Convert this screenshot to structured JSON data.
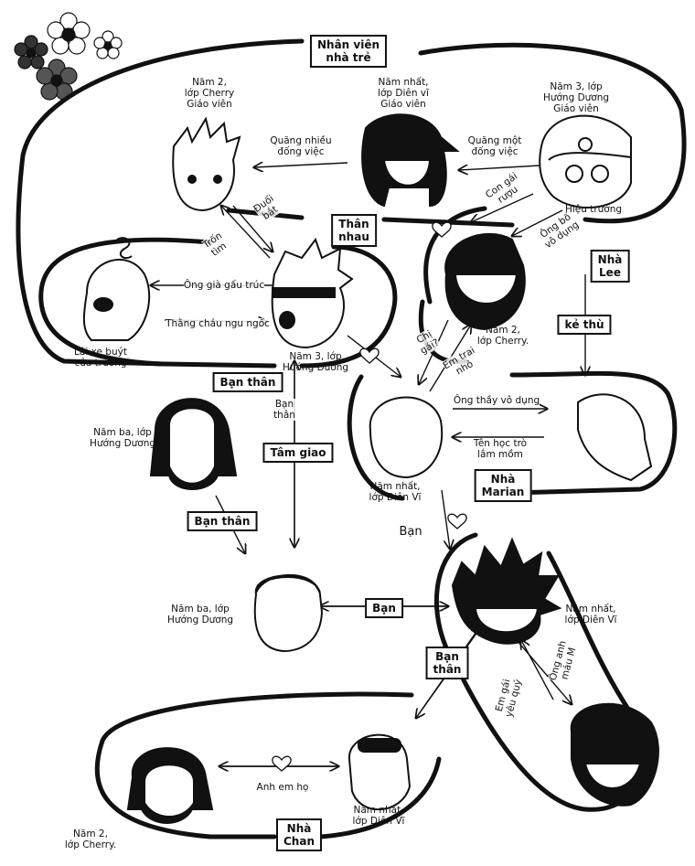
{
  "groups": {
    "nursery_staff": "Nhân viên\nnhà trẻ",
    "than_nhau": "Thân\nnhau",
    "nha_lee": "Nhà\nLee",
    "ke_thu": "kẻ thù",
    "ban_than_1": "Bạn thân",
    "tam_giao": "Tâm giao",
    "ban_than_2": "Bạn thân",
    "nha_marian": "Nhà\nMarian",
    "ban_box": "Bạn",
    "ban_than_3": "Bạn\nthân",
    "nha_chan": "Nhà\nChan"
  },
  "characters": {
    "cherry_teacher": "Năm 2,\nlớp Cherry\nGiáo viên",
    "dienvi_teacher": "Năm nhất,\nlớp Diên vĩ\nGiáo viên",
    "principal": "Năm 3, lớp\nHướng Dương\nGiáo viên",
    "principal_title": "Hiệu trưởng",
    "bus_driver": "Lái xe buýt\ncủa trường",
    "center_boy": "Năm 3, lớp\nHướng Dương",
    "cherry_boy": "Năm 2,\nlớp Cherry.",
    "nun_kid": "Năm ba, lớp\nHướng Dương",
    "dienvi_girl": "Năm nhất,\nlớp Diên Vĩ",
    "nurse_kid": "Năm ba, lớp\nHướng Dương",
    "spiky_kid": "Năm nhất,\nlớp Diên Vĩ",
    "hood_kid": "Năm 2,\nlớp Cherry.",
    "goggles_kid": "Năm nhất,\nlớp Diên Vĩ"
  },
  "relations": {
    "quang_nhieu": "Quăng nhiều\nđống việc",
    "quang_mot": "Quăng một\nđống việc",
    "duoi_bat": "Đuổi\nbắt",
    "tron_tim": "Trốn\ntìm",
    "con_gai_ruou": "Con gái\nrượu",
    "ong_bo_vo_dung": "Ông bố\nvô dụng",
    "ong_gia_gau_truc": "Ông già gấu trúc",
    "thang_chau": "Thằng cháu ngu ngốc",
    "chi_gai": "Chị\ngái?",
    "em_trai_nho": "Em trai\nnhỏ",
    "ong_thay": "Ông thầy vô dụng",
    "ten_hoc_tro": "Tên học trò\nlắm mồm",
    "ban_than_vertical": "Bạn\nthân",
    "ban_small": "Bạn",
    "ong_anh": "Ông anh\nmáu M",
    "em_gai": "Em gái\nyêu quý",
    "anh_em_ho": "Anh em họ"
  },
  "icons": [
    "flower-icon",
    "heart-icon",
    "character-face-icon"
  ]
}
